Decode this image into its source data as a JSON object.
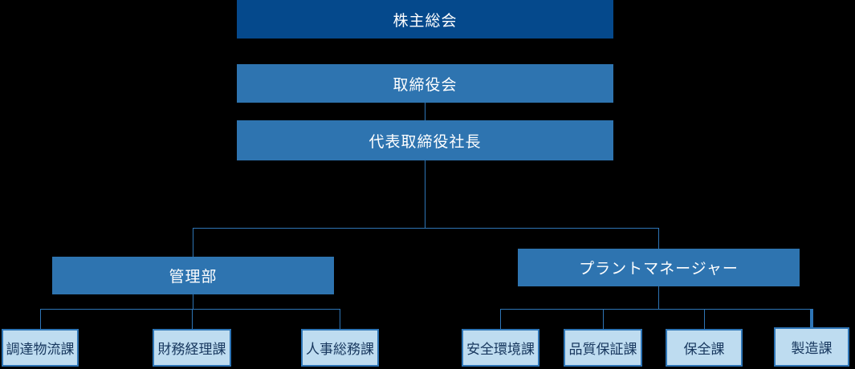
{
  "org_chart": {
    "type": "org-hierarchy",
    "background": "#000000",
    "colors": {
      "dark-node": "#05498c",
      "mid-node": "#2e74b0",
      "light-node-fill": "#bedcf0",
      "light-node-text": "#17375e",
      "border": "#2e75b6",
      "line": "#2e75b6",
      "node-text": "#ffffff"
    },
    "nodes": [
      {
        "id": "shareholders-meeting",
        "label": "株主総会",
        "level": 1,
        "parent": null
      },
      {
        "id": "board-of-directors",
        "label": "取締役会",
        "level": 2,
        "parent": "shareholders-meeting"
      },
      {
        "id": "president",
        "label": "代表取締役社長",
        "level": 3,
        "parent": "board-of-directors"
      },
      {
        "id": "admin-department",
        "label": "管理部",
        "level": 4,
        "parent": "president"
      },
      {
        "id": "plant-manager",
        "label": "プラントマネージャー",
        "level": 4,
        "parent": "president"
      },
      {
        "id": "procurement-logistics",
        "label": "調達物流課",
        "level": 5,
        "parent": "admin-department"
      },
      {
        "id": "finance-accounting",
        "label": "財務経理課",
        "level": 5,
        "parent": "admin-department"
      },
      {
        "id": "hr-general-affairs",
        "label": "人事総務課",
        "level": 5,
        "parent": "admin-department"
      },
      {
        "id": "safety-environment",
        "label": "安全環境課",
        "level": 5,
        "parent": "plant-manager"
      },
      {
        "id": "quality-assurance",
        "label": "品質保証課",
        "level": 5,
        "parent": "plant-manager"
      },
      {
        "id": "maintenance-section",
        "label": "保全課",
        "level": 5,
        "parent": "plant-manager"
      },
      {
        "id": "manufacturing-section",
        "label": "製造課",
        "level": 5,
        "parent": "plant-manager"
      }
    ]
  }
}
